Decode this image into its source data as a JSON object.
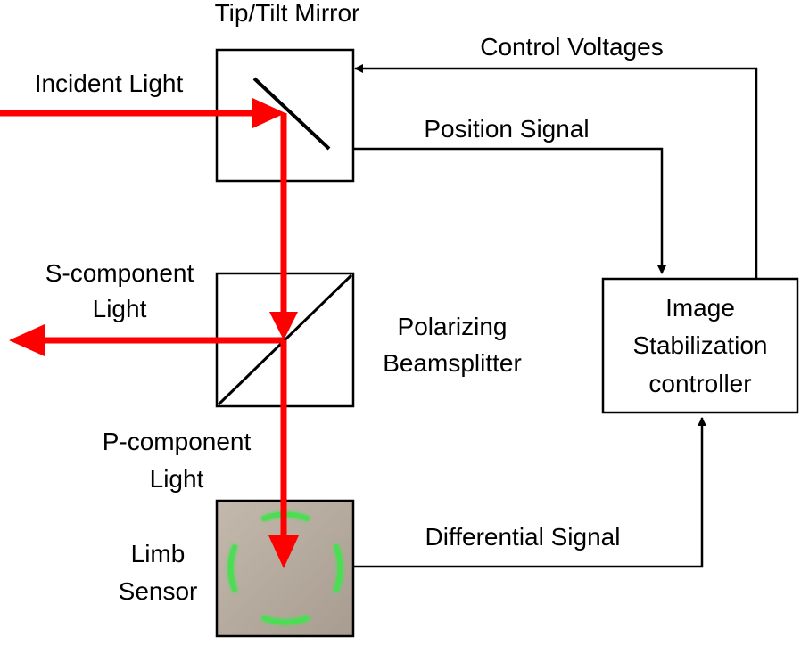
{
  "labels": {
    "tip_tilt_mirror": "Tip/Tilt Mirror",
    "incident_light": "Incident Light",
    "control_voltages": "Control Voltages",
    "position_signal": "Position Signal",
    "s_component_line1": "S-component",
    "s_component_line2": "Light",
    "polarizing_line1": "Polarizing",
    "polarizing_line2": "Beamsplitter",
    "p_component_line1": "P-component",
    "p_component_line2": "Light",
    "limb_line1": "Limb",
    "limb_line2": "Sensor",
    "differential_signal": "Differential Signal",
    "controller_line1": "Image",
    "controller_line2": "Stabilization",
    "controller_line3": "controller"
  },
  "colors": {
    "light_beam": "#ff0000",
    "signal_line": "#000000",
    "sensor_background": "#b8aca0",
    "sensor_glow": "#4ddd55"
  }
}
